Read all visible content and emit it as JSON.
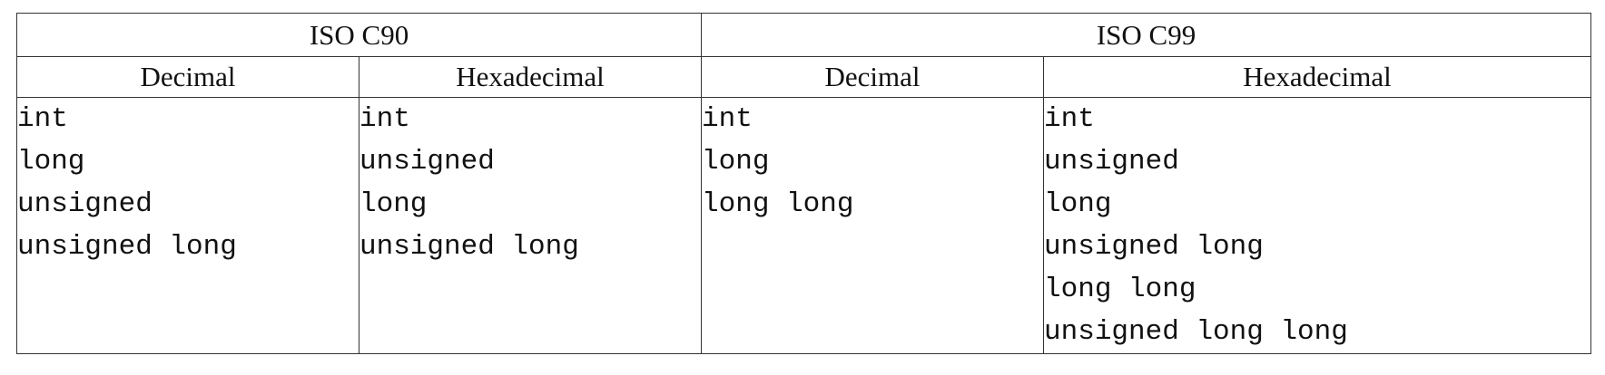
{
  "table": {
    "groups": [
      {
        "title": "ISO C90",
        "columns": [
          {
            "header": "Decimal",
            "types": [
              "int",
              "long",
              "unsigned",
              "unsigned long"
            ]
          },
          {
            "header": "Hexadecimal",
            "types": [
              "int",
              "unsigned",
              "long",
              "unsigned long"
            ]
          }
        ]
      },
      {
        "title": "ISO C99",
        "columns": [
          {
            "header": "Decimal",
            "types": [
              "int",
              "long",
              "long long"
            ]
          },
          {
            "header": "Hexadecimal",
            "types": [
              "int",
              "unsigned",
              "long",
              "unsigned long",
              "long long",
              "unsigned long long"
            ]
          }
        ]
      }
    ]
  }
}
